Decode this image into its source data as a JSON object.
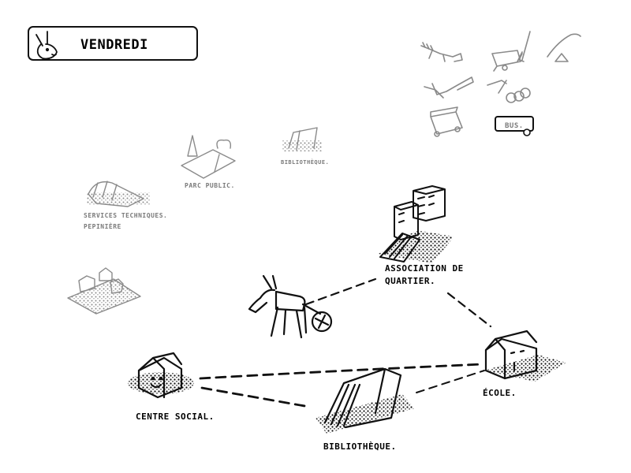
{
  "header": {
    "day_label": "VENDREDI",
    "icon": "donkey-icon"
  },
  "tools": {
    "bus_label": "BUS."
  },
  "faded_places": {
    "parc": "PARC PUBLIC.",
    "bibliotheque_small": "BIBLIOTHÈQUE.",
    "services_line1": "SERVICES TECHNIQUES.",
    "services_line2": "PEPINIÈRE"
  },
  "places": {
    "association_line1": "ASSOCIATION DE",
    "association_line2": "QUARTIER.",
    "centre_social": "CENTRE SOCIAL.",
    "bibliotheque": "BIBLIOTHÈQUE.",
    "ecole": "ÉCOLE."
  },
  "colors": {
    "ink": "#111111",
    "faded": "#8a8a8a",
    "background": "#ffffff"
  }
}
